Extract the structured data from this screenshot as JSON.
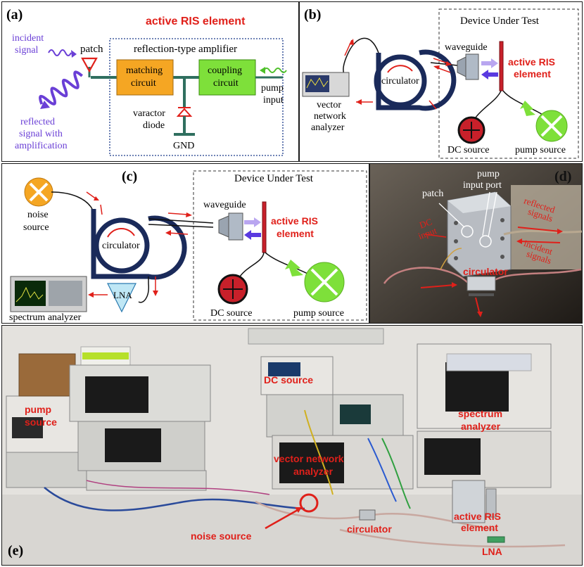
{
  "panels": {
    "a": {
      "tag": "(a)",
      "title": "active RIS element",
      "incident": [
        "incident",
        "signal"
      ],
      "patch": "patch",
      "amplifier": "reflection-type amplifier",
      "matching": [
        "matching",
        "circuit"
      ],
      "coupling": [
        "coupling",
        "circuit"
      ],
      "varactor": [
        "varactor",
        "diode"
      ],
      "gnd": "GND",
      "pump": [
        "pump",
        "input"
      ],
      "reflected": [
        "reflected",
        "signal with",
        "amplification"
      ]
    },
    "b": {
      "tag": "(b)",
      "dut": "Device Under Test",
      "waveguide": "waveguide",
      "ris": [
        "active RIS",
        "element"
      ],
      "circulator": "circulator",
      "vna": [
        "vector",
        "network",
        "analyzer"
      ],
      "dc": "DC source",
      "pump": "pump source"
    },
    "c": {
      "tag": "(c)",
      "dut": "Device Under Test",
      "noise": [
        "noise",
        "source"
      ],
      "waveguide": "waveguide",
      "ris": [
        "active RIS",
        "element"
      ],
      "circulator": "circulator",
      "lna": "LNA",
      "spectrum": "spectrum analyzer",
      "dc": "DC source",
      "pump": "pump source"
    },
    "d": {
      "tag": "(d)",
      "pump_port": [
        "pump",
        "input port"
      ],
      "patch": "patch",
      "dc_input": [
        "DC",
        "input"
      ],
      "reflected": [
        "reflected",
        "signals"
      ],
      "incident": [
        "incident",
        "signals"
      ],
      "circulator": "circulator"
    },
    "e": {
      "tag": "(e)",
      "dc": "DC source",
      "pump": [
        "pump",
        "source"
      ],
      "spectrum": [
        "spectrum",
        "analyzer"
      ],
      "vna": [
        "vector network",
        "analyzer"
      ],
      "ris": [
        "active RIS",
        "element"
      ],
      "circulator": "circulator",
      "noise": "noise source",
      "lna": "LNA"
    }
  },
  "colors": {
    "red": "#e0201a",
    "purple": "#6a3fd6",
    "orange": "#f5a623",
    "green": "#7ee03a",
    "navy": "#1a2a5a",
    "teal": "#2f6f5f"
  }
}
